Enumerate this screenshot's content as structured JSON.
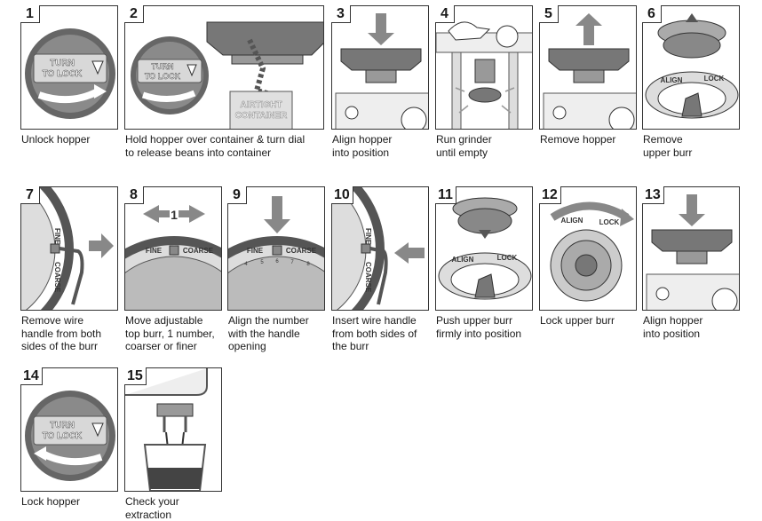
{
  "steps": [
    {
      "num": "1",
      "caption": "Unlock hopper"
    },
    {
      "num": "2",
      "caption": "Hold hopper over container & turn dial\nto release beans into container"
    },
    {
      "num": "3",
      "caption": "Align hopper\ninto position"
    },
    {
      "num": "4",
      "caption": "Run grinder\nuntil empty"
    },
    {
      "num": "5",
      "caption": "Remove hopper"
    },
    {
      "num": "6",
      "caption": "Remove\nupper burr"
    },
    {
      "num": "7",
      "caption": "Remove wire\nhandle from both\nsides of the burr"
    },
    {
      "num": "8",
      "caption": "Move adjustable\ntop burr, 1 number,\ncoarser or finer"
    },
    {
      "num": "9",
      "caption": "Align the number\nwith the handle\nopening"
    },
    {
      "num": "10",
      "caption": "Insert wire handle\nfrom both sides of\nthe burr"
    },
    {
      "num": "11",
      "caption": "Push upper burr\nfirmly into position"
    },
    {
      "num": "12",
      "caption": "Lock upper burr"
    },
    {
      "num": "13",
      "caption": "Align hopper\ninto position"
    },
    {
      "num": "14",
      "caption": "Lock hopper"
    },
    {
      "num": "15",
      "caption": "Check your\nextraction"
    }
  ],
  "illustration_text": {
    "dial_line1": "TURN",
    "dial_line2": "TO LOCK",
    "container_line1": "AIRTIGHT",
    "container_line2": "CONTAINER",
    "align": "ALIGN",
    "lock": "LOCK",
    "fine": "FINE",
    "coarse": "COARSE",
    "one": "1",
    "scale_numbers": [
      "4",
      "5",
      "6",
      "7",
      "8"
    ]
  }
}
